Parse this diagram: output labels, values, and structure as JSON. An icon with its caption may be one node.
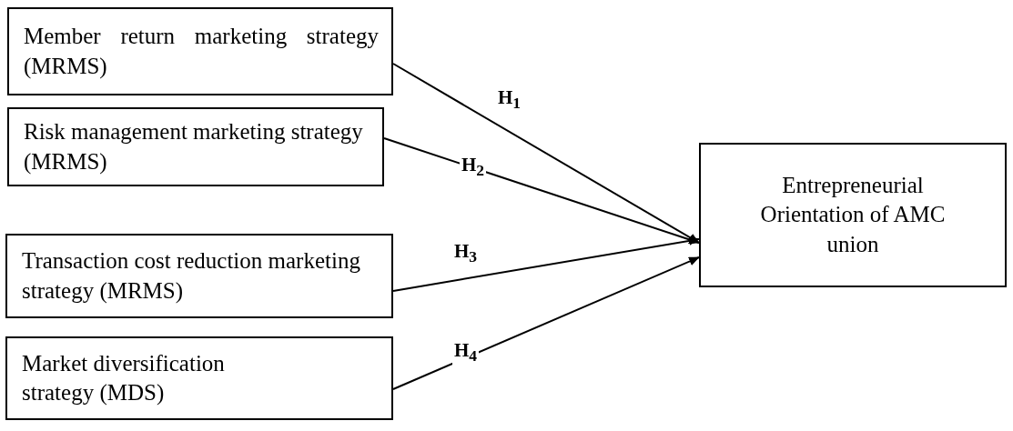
{
  "diagram": {
    "nodes": [
      {
        "text": [
          "Member return marketing strategy (MRMS)"
        ]
      },
      {
        "text": [
          "Risk management marketing strategy (MRMS)"
        ]
      },
      {
        "text": [
          "Transaction cost reduction marketing strategy (MRMS)"
        ]
      },
      {
        "text": [
          "Market diversification strategy (MDS)"
        ]
      },
      {
        "text": [
          "Entrepreneurial Orientation of AMC union"
        ]
      }
    ],
    "edges": [
      {
        "from": 0,
        "to": 4,
        "arrow": "to",
        "label": "H$_{1}$"
      },
      {
        "from": 1,
        "to": 4,
        "arrow": "to",
        "label": "H$_{2}$"
      },
      {
        "from": 2,
        "to": 4,
        "arrow": "to",
        "label": "H$_{3}$"
      },
      {
        "from": 3,
        "to": 4,
        "arrow": "to",
        "label": "H$_{4}$"
      }
    ]
  }
}
